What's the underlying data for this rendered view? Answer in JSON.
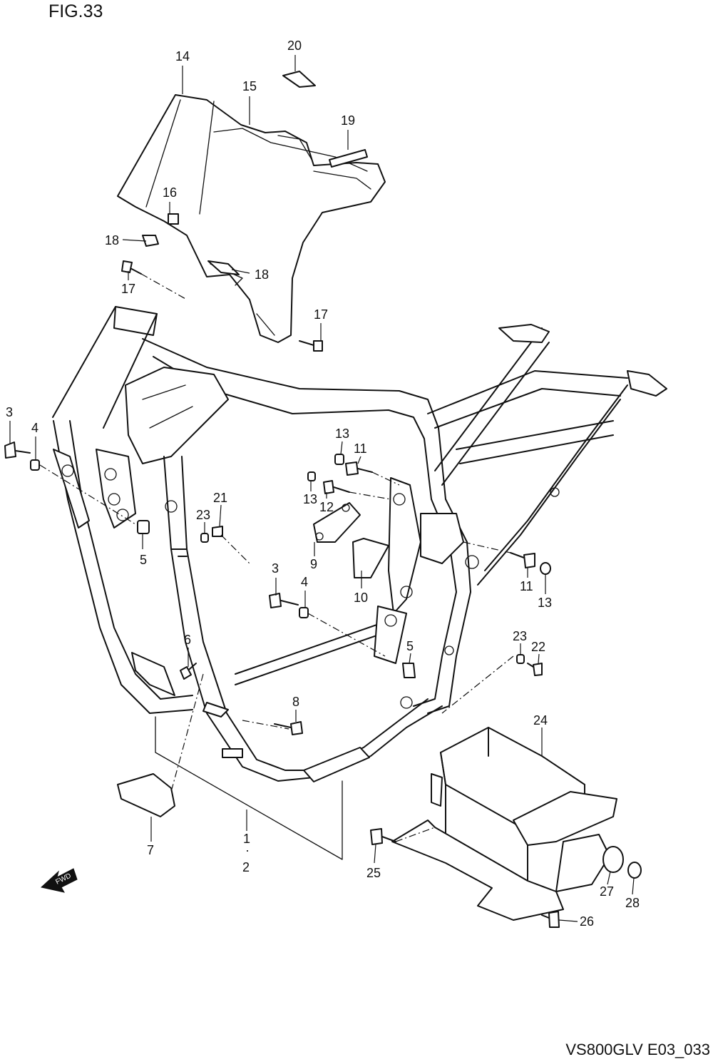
{
  "figure": {
    "title": "FIG.33",
    "code": "VS800GLV E03_033"
  },
  "fwd_label": "FWD",
  "callouts": [
    "1",
    "2",
    "3",
    "3",
    "4",
    "4",
    "5",
    "5",
    "6",
    "7",
    "8",
    "9",
    "10",
    "11",
    "11",
    "12",
    "13",
    "13",
    "13",
    "14",
    "15",
    "16",
    "17",
    "17",
    "18",
    "18",
    "19",
    "20",
    "21",
    "22",
    "23",
    "23",
    "24",
    "25",
    "26",
    "27",
    "28"
  ],
  "icons": {
    "fwd": "fwd-arrow-icon"
  }
}
